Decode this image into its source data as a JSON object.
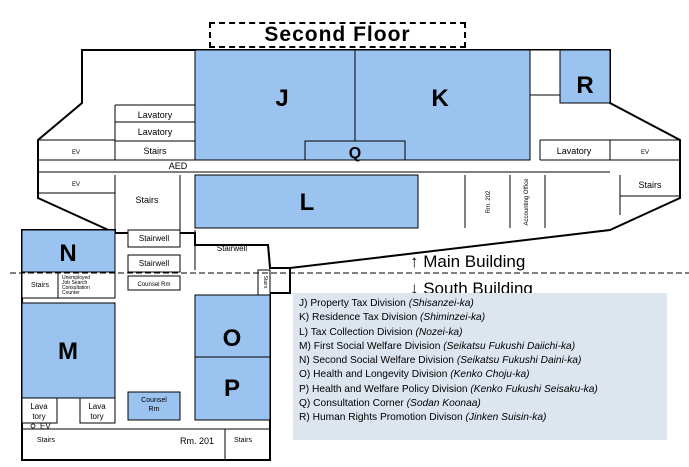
{
  "title": "Second Floor",
  "rooms": {
    "J": "J",
    "K": "K",
    "L": "L",
    "Q": "Q",
    "R": "R",
    "N": "N",
    "M": "M",
    "O": "O",
    "P": "P"
  },
  "labels": {
    "lavatory": "Lavatory",
    "stairs": "Stairs",
    "stairwell": "Stairwell",
    "ev": "EV",
    "aed": "AED",
    "rm202": "Rm. 202",
    "accounting": "Accounting Office",
    "unemployed": "Unemployed Job Search Consultation Counter",
    "counsel_rm": "Counsel Rm",
    "counsel_rm2": "Counsel Rm",
    "lava": "Lava",
    "tory": "tory",
    "rm201": "Rm. 201",
    "ev_small": "EV"
  },
  "building_labels": {
    "main": "↑ Main Building",
    "south": "↓ South Building"
  },
  "legend": [
    {
      "key": "J)",
      "name": "Property Tax Division",
      "jp": "(Shisanzei-ka)"
    },
    {
      "key": "K)",
      "name": "Residence Tax Division",
      "jp": "(Shiminzei-ka)"
    },
    {
      "key": "L)",
      "name": "Tax Collection Division",
      "jp": "(Nozei-ka)"
    },
    {
      "key": "M)",
      "name": "First Social Welfare Division",
      "jp": "(Seikatsu Fukushi Daiichi-ka)"
    },
    {
      "key": "N)",
      "name": "Second Social Welfare Division",
      "jp": "(Seikatsu Fukushi Daini-ka)"
    },
    {
      "key": "O)",
      "name": "Health and Longevity Division",
      "jp": "(Kenko Choju-ka)"
    },
    {
      "key": "P)",
      "name": "Health and Welfare Policy Division",
      "jp": "(Kenko Fukushi Seisaku-ka)"
    },
    {
      "key": "Q)",
      "name": "Consultation Corner",
      "jp": "(Sodan Koonaa)"
    },
    {
      "key": "R)",
      "name": "Human Rights Promotion Divison",
      "jp": "(Jinken Suisin-ka)"
    }
  ],
  "colors": {
    "room": "#9ac3f0",
    "legend_bg": "#dde5ef",
    "line": "#000000"
  }
}
